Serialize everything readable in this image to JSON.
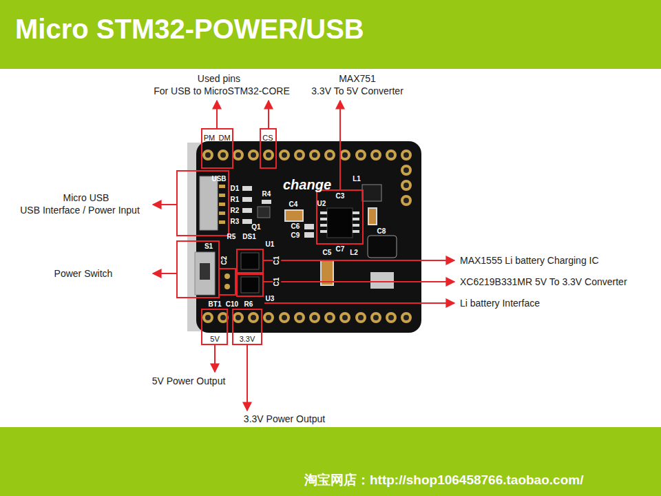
{
  "diagram": {
    "title": "Micro STM32-POWER/USB",
    "labels": [
      "Used pins",
      "For USB to MicroSTM32-CORE",
      "MAX751",
      "3.3V To 5V Converter",
      "PM",
      "DM",
      "CS",
      "Micro USB",
      "USB Interface / Power Input",
      "USB",
      "D1",
      "R1",
      "R2",
      "R3",
      "R4",
      "Q1",
      "change",
      "L1",
      "C3",
      "U2",
      "C4",
      "C6",
      "C9",
      "C8",
      "C7",
      "R5",
      "DS1",
      "S1",
      "U1",
      "C2",
      "C1",
      "C5",
      "L2",
      "Power Switch",
      "MAX1555 Li battery Charging IC",
      "XC6219B331MR 5V To 3.3V Converter",
      "C1",
      "U3",
      "Li battery Interface",
      "BT1",
      "C10",
      "R6",
      "5V",
      "3.3V",
      "5V Power Output",
      "3.3V Power Output",
      "淘宝网店：http://shop106458766.taobao.com/"
    ]
  }
}
